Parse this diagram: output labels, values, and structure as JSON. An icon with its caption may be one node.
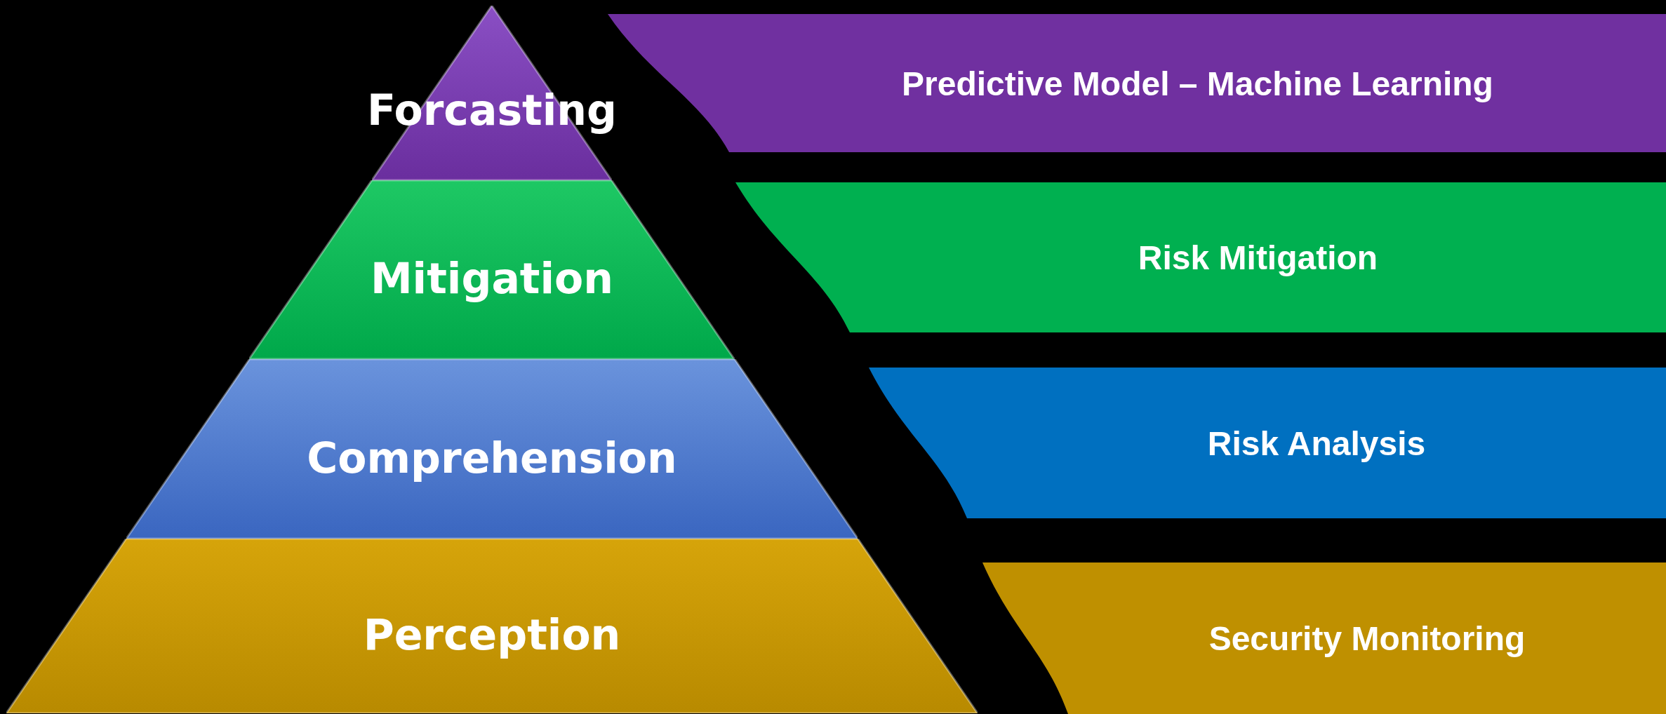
{
  "diagram": {
    "nodes": [
      {
        "text": [
          "Forcasting"
        ]
      },
      {
        "text": [
          "Predictive Model – Machine Learning"
        ]
      },
      {
        "text": [
          "Mitigation"
        ]
      },
      {
        "text": [
          "Risk Mitigation"
        ]
      },
      {
        "text": [
          "Comprehension"
        ]
      },
      {
        "text": [
          "Risk Analysis"
        ]
      },
      {
        "text": [
          "Perception"
        ]
      },
      {
        "text": [
          "Security Monitoring"
        ]
      }
    ],
    "edges": []
  }
}
